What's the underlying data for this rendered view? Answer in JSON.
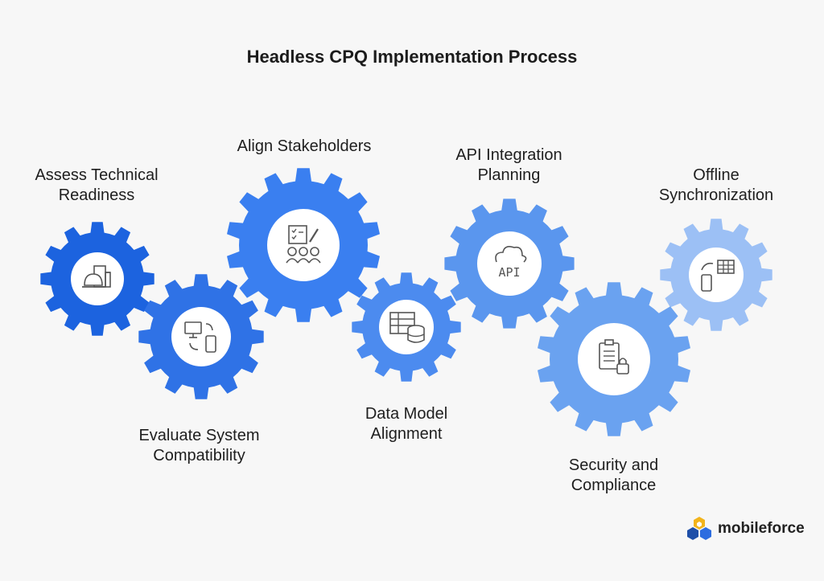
{
  "title": "Headless CPQ Implementation Process",
  "colors": {
    "background": "#f7f7f7",
    "gear_shades": [
      "#1c63df",
      "#2f72e6",
      "#3a7ff0",
      "#4c8bef",
      "#5a96ee",
      "#6aa2f0",
      "#9cc0f5"
    ],
    "icon_stroke": "#555555"
  },
  "steps": [
    {
      "id": "assess",
      "label_lines": [
        "Assess Technical",
        "Readiness"
      ],
      "icon": "hardhat-building-icon",
      "color": "#1c63df"
    },
    {
      "id": "evaluate",
      "label_lines": [
        "Evaluate System",
        "Compatibility"
      ],
      "icon": "desktop-mobile-sync-icon",
      "color": "#2f72e6"
    },
    {
      "id": "align",
      "label_lines": [
        "Align Stakeholders"
      ],
      "icon": "checklist-team-icon",
      "color": "#3a7ff0"
    },
    {
      "id": "data",
      "label_lines": [
        "Data Model",
        "Alignment"
      ],
      "icon": "table-database-icon",
      "color": "#4c8bef"
    },
    {
      "id": "api",
      "label_lines": [
        "API Integration",
        "Planning"
      ],
      "icon": "cloud-api-icon",
      "color": "#5a96ee"
    },
    {
      "id": "security",
      "label_lines": [
        "Security and",
        "Compliance"
      ],
      "icon": "clipboard-lock-icon",
      "color": "#6aa2f0"
    },
    {
      "id": "offline",
      "label_lines": [
        "Offline",
        "Synchronization"
      ],
      "icon": "mobile-table-sync-icon",
      "color": "#9cc0f5"
    }
  ],
  "brand": {
    "name": "mobileforce",
    "icon": "mobileforce-logo-icon"
  }
}
